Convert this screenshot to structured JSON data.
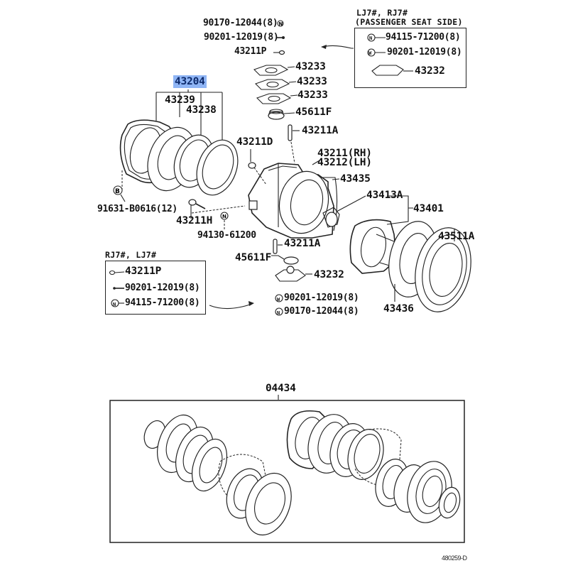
{
  "diagram": {
    "type": "parts-exploded-view",
    "highlighted_part": "43204",
    "highlight_color": "#8fb5f5",
    "drawing_id": "480259-D"
  },
  "labels": {
    "p90170_12044_top": "90170-12044(8)",
    "p90201_12019_top": "90201-12019(8)",
    "p43211P_top": "43211P",
    "p43204": "43204",
    "p43239": "43239",
    "p43238": "43238",
    "p43233_a": "43233",
    "p43233_b": "43233",
    "p43233_c": "43233",
    "p45611F_top": "45611F",
    "p43211A_top": "43211A",
    "p43211D": "43211D",
    "p43211_rh": "43211(RH)",
    "p43212_lh": "43212(LH)",
    "p43435": "43435",
    "p43413A": "43413A",
    "p43401": "43401",
    "p91631": "91631-B0616(12)",
    "p43211H": "43211H",
    "p94130": "94130-61200",
    "p43511A": "43511A",
    "p43211A_bot": "43211A",
    "p45611F_bot": "45611F",
    "p43232_bot": "43232",
    "p90201_12019_bot": "90201-12019(8)",
    "p90170_12044_bot": "90170-12044(8)",
    "p43436": "43436",
    "p04434": "04434"
  },
  "symbols": {
    "n_marker": "N",
    "w_marker": "W",
    "b_marker": "B"
  },
  "inset_passenger": {
    "title_line1": "LJ7#, RJ7#",
    "title_line2": "(PASSENGER SEAT SIDE)",
    "items": [
      {
        "marker": "N",
        "label": "94115-71200(8)"
      },
      {
        "marker": "W",
        "label": "90201-12019(8)"
      },
      {
        "marker": "",
        "label": "43232"
      }
    ]
  },
  "inset_driver": {
    "title": "RJ7#, LJ7#",
    "items": [
      {
        "marker": "",
        "label": "43211P"
      },
      {
        "marker": "",
        "label": "90201-12019(8)"
      },
      {
        "marker": "N",
        "label": "94115-71200(8)"
      }
    ]
  },
  "kit_box": {
    "label": "04434"
  }
}
